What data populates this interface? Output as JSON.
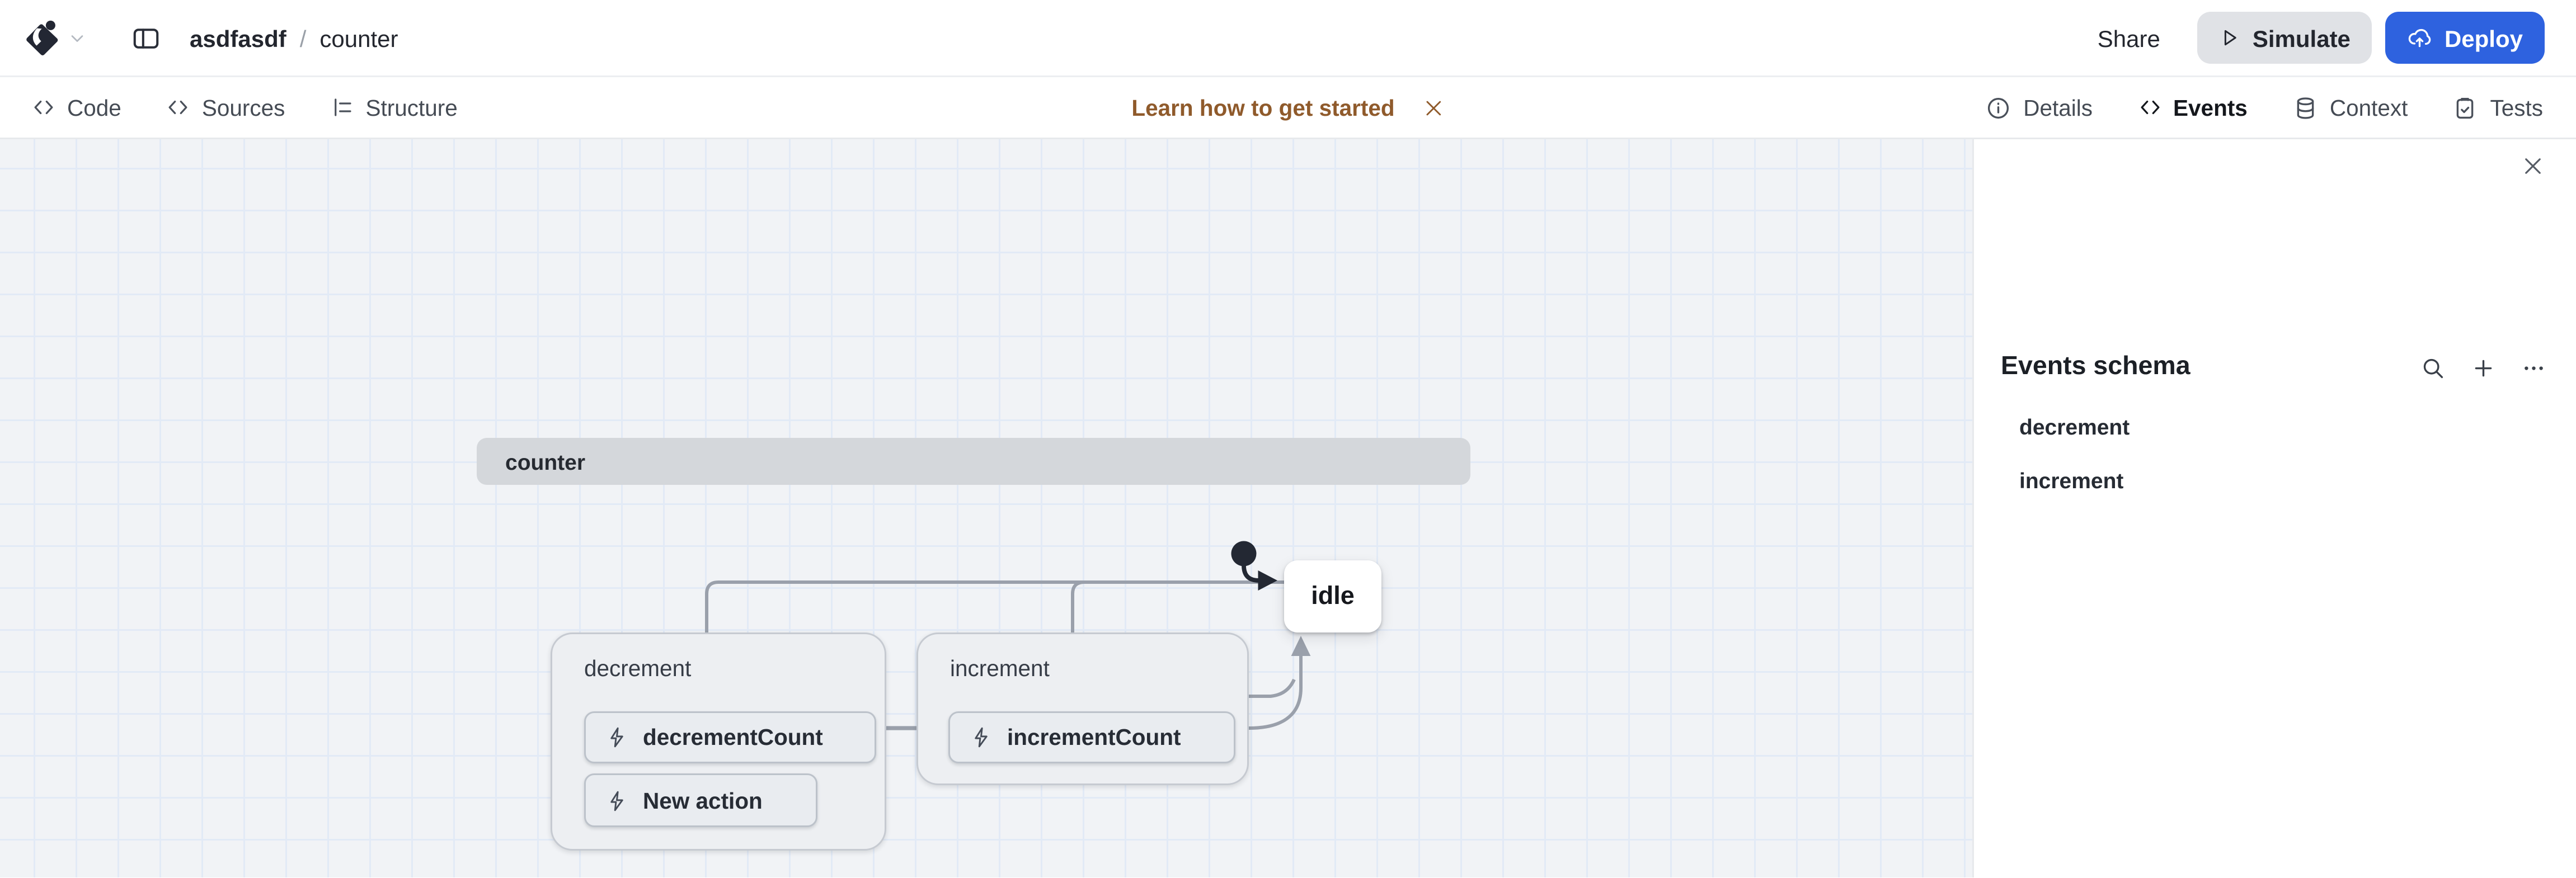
{
  "topbar": {
    "breadcrumb": {
      "project": "asdfasdf",
      "separator": "/",
      "machine": "counter"
    },
    "share_label": "Share",
    "simulate_label": "Simulate",
    "deploy_label": "Deploy"
  },
  "toolbar": {
    "left_tabs": [
      {
        "label": "Code",
        "icon": "code-icon"
      },
      {
        "label": "Sources",
        "icon": "code-icon"
      },
      {
        "label": "Structure",
        "icon": "tree-icon"
      }
    ],
    "notice": {
      "label": "Learn how to get started"
    },
    "right_tabs": [
      {
        "label": "Details",
        "icon": "info-icon",
        "active": false
      },
      {
        "label": "Events",
        "icon": "code-icon",
        "active": true
      },
      {
        "label": "Context",
        "icon": "database-icon",
        "active": false
      },
      {
        "label": "Tests",
        "icon": "clipboard-check-icon",
        "active": false
      }
    ]
  },
  "canvas": {
    "machine_label": "counter",
    "initial_state": "idle",
    "states": [
      {
        "name": "idle"
      }
    ],
    "transitions": [
      {
        "event": "decrement",
        "actions": [
          "decrementCount",
          "New action"
        ]
      },
      {
        "event": "increment",
        "actions": [
          "incrementCount"
        ]
      }
    ]
  },
  "panel": {
    "title": "Events schema",
    "items": [
      {
        "name": "decrement"
      },
      {
        "name": "increment"
      }
    ]
  },
  "colors": {
    "accent_blue": "#2e62df",
    "simulate_bg": "#e0e2e6",
    "notice_text": "#8f5a2b",
    "edge_gray": "#9aa0ab",
    "initial_arrow": "#232833",
    "canvas_bg": "#f1f3f6",
    "grid_line": "#e2eaf6",
    "machine_header_bg": "#d4d7db",
    "transition_box_bg": "#edeff2",
    "state_node_bg": "#ffffff",
    "text_primary": "#23262e"
  }
}
